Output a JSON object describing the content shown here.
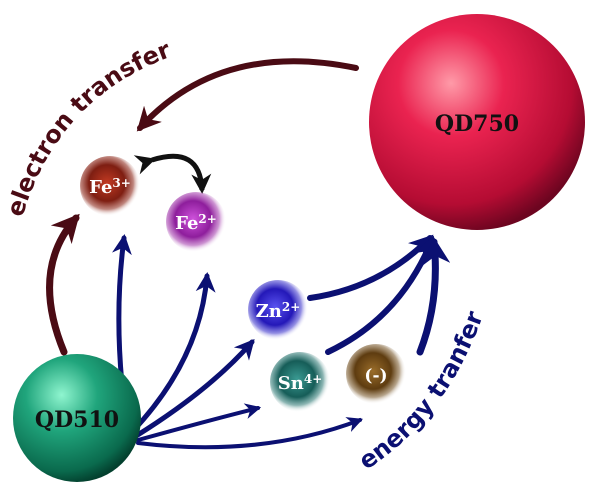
{
  "spheres": {
    "qd750": {
      "label": "QD750",
      "color": "#e8174a"
    },
    "qd510": {
      "label": "QD510",
      "color": "#1f9a74"
    }
  },
  "ions": {
    "fe3": {
      "symbol": "Fe",
      "charge": "3+",
      "color": "#8c2416"
    },
    "fe2": {
      "symbol": "Fe",
      "charge": "2+",
      "color": "#9c2aa6"
    },
    "zn2": {
      "symbol": "Zn",
      "charge": "2+",
      "color": "#2b22c8"
    },
    "sn4": {
      "symbol": "Sn",
      "charge": "4+",
      "color": "#1d6f6a"
    },
    "neg": {
      "symbol": "(-)",
      "charge": "",
      "color": "#6e4a18"
    }
  },
  "labels": {
    "electron_transfer": "electron transfer",
    "energy_transfer": "energy tranfer"
  },
  "colors": {
    "electron_arrow": "#4a0b14",
    "energy_arrow": "#0b1072",
    "fe_exchange_arrow": "#111111"
  }
}
